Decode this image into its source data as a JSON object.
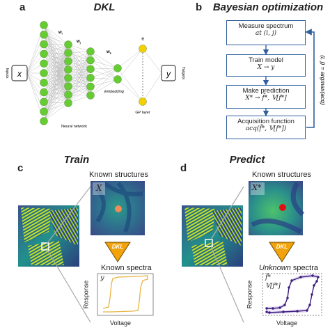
{
  "panel_a": {
    "letter": "a",
    "title": "DKL",
    "input_side_label": "Inputs",
    "input_symbol": "x",
    "weight_labels": [
      "w",
      "w",
      "w"
    ],
    "weight_subscripts": [
      "i",
      "j",
      "k"
    ],
    "embedding_label": "Embedding",
    "theta_label": "θ",
    "gp_label": "GP layer",
    "target_symbol": "y",
    "target_side_label": "Targets",
    "network_label": "Neural network"
  },
  "panel_b": {
    "letter": "b",
    "title": "Bayesian optimization",
    "steps": [
      {
        "line1": "Measure spectrum",
        "line2": "at (i, j)"
      },
      {
        "line1": "Train model",
        "line2": "X → y"
      },
      {
        "line1": "Make prediction",
        "line2": "X* → f̄*, 𝕍[f*]"
      },
      {
        "line1": "Acquisition function",
        "line2": "acq(f̄*, 𝕍[f*])"
      }
    ],
    "loop_label": "(i, j) = argmax(acq)"
  },
  "panel_c": {
    "letter": "c",
    "title": "Train",
    "known_structures": "Known structures",
    "structure_symbol": "X",
    "dkl_badge": "DKL",
    "known_spectra": "Known spectra",
    "spectra_symbol": "y",
    "y_axis": "Response",
    "x_axis": "Voltage",
    "marker_color": "#f08a57"
  },
  "panel_d": {
    "letter": "d",
    "title": "Predict",
    "known_structures": "Known structures",
    "structure_symbol": "X*",
    "dkl_badge": "DKL",
    "unknown_word": "Unknown",
    "spectra_word": " spectra",
    "mean_symbol": "f̄*",
    "var_symbol": "𝕍[f*]",
    "y_axis": "Response",
    "x_axis": "Voltage",
    "marker_color": "#e01010"
  },
  "colors": {
    "node_green": "#66cc33",
    "node_yellow": "#f5d000",
    "flow_border": "#2f5f9e",
    "dkl_orange": "#f2a20a",
    "train_curve": "#e8b340",
    "predict_curve": "#3a1a7a"
  }
}
